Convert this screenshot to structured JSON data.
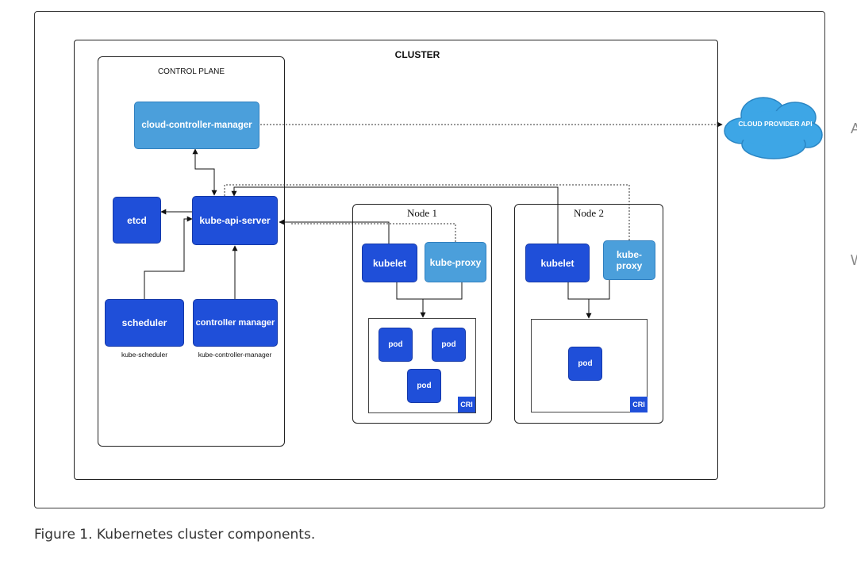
{
  "diagram": {
    "cluster_label": "CLUSTER",
    "control_plane_label": "CONTROL PLANE",
    "components": {
      "cloud_controller_manager": "cloud-controller-manager",
      "etcd": "etcd",
      "kube_api_server": "kube-api-server",
      "scheduler": "scheduler",
      "scheduler_sub": "kube-scheduler",
      "controller_manager": "controller manager",
      "controller_manager_sub": "kube-controller-manager"
    },
    "cloud_provider_api": "CLOUD PROVIDER API",
    "nodes": [
      {
        "title": "Node 1",
        "kubelet": "kubelet",
        "kube_proxy": "kube-proxy",
        "pods": [
          "pod",
          "pod",
          "pod"
        ],
        "cri": "CRI"
      },
      {
        "title": "Node 2",
        "kubelet": "kubelet",
        "kube_proxy": "kube-proxy",
        "pods": [
          "pod"
        ],
        "cri": "CRI"
      }
    ],
    "colors": {
      "dark_blue": "#1f4fd9",
      "light_blue": "#4b9fdb",
      "cloud": "#3da6e6"
    }
  },
  "caption": "Figure 1. Kubernetes cluster components.",
  "page_edge_glyphs": [
    "A",
    "W"
  ]
}
